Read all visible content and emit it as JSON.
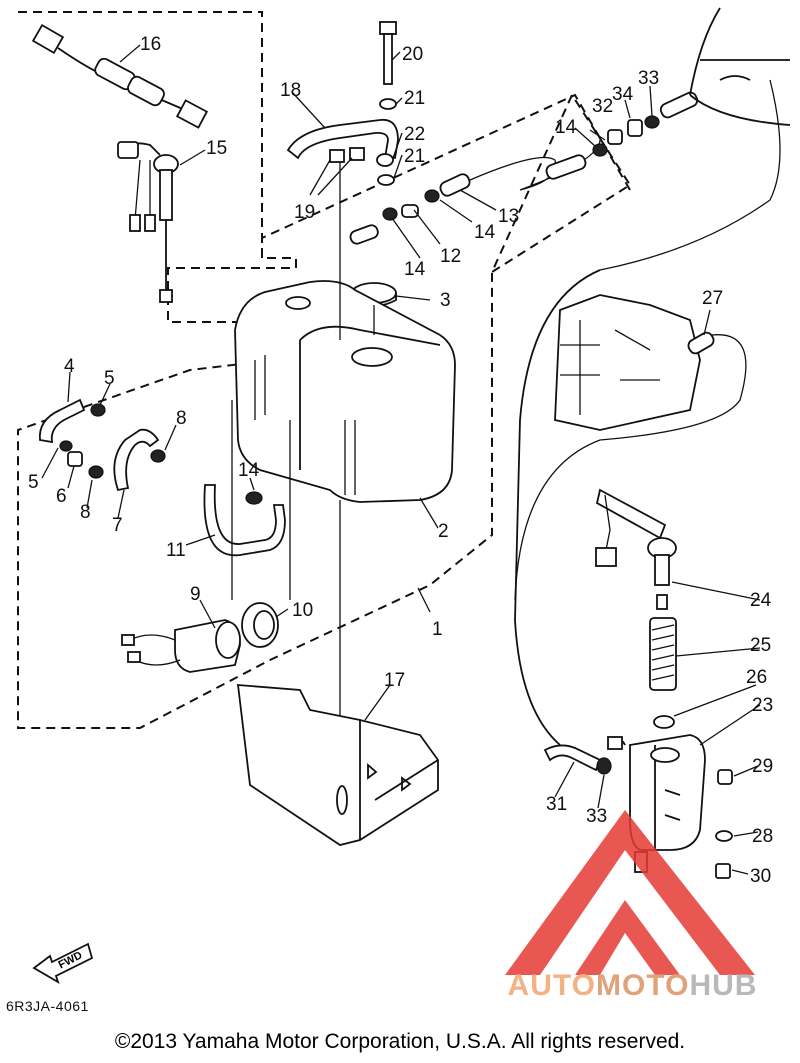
{
  "diagram": {
    "callouts": {
      "c1": "1",
      "c2": "2",
      "c3": "3",
      "c4": "4",
      "c5a": "5",
      "c5b": "5",
      "c6": "6",
      "c7": "7",
      "c8a": "8",
      "c8b": "8",
      "c9": "9",
      "c10": "10",
      "c11": "11",
      "c12": "12",
      "c13": "13",
      "c14a": "14",
      "c14b": "14",
      "c14c": "14",
      "c14d": "14",
      "c15": "15",
      "c16": "16",
      "c17": "17",
      "c18": "18",
      "c19": "19",
      "c20": "20",
      "c21a": "21",
      "c21b": "21",
      "c22": "22",
      "c23": "23",
      "c24": "24",
      "c25": "25",
      "c26": "26",
      "c27": "27",
      "c28": "28",
      "c29": "29",
      "c30": "30",
      "c31": "31",
      "c32": "32",
      "c33a": "33",
      "c33b": "33",
      "c34": "34"
    },
    "fwd_label": "FWD",
    "doc_code": "6R3JA-4061",
    "copyright": "©2013 Yamaha Motor Corporation, U.S.A. All rights reserved."
  },
  "watermark": {
    "brand_auto": "AUTO",
    "brand_moto": "MOTO",
    "brand_hub": "HUB",
    "triangle_color": "#e53935",
    "auto_color": "#f4b183",
    "hub_color": "#b9b9b9"
  }
}
